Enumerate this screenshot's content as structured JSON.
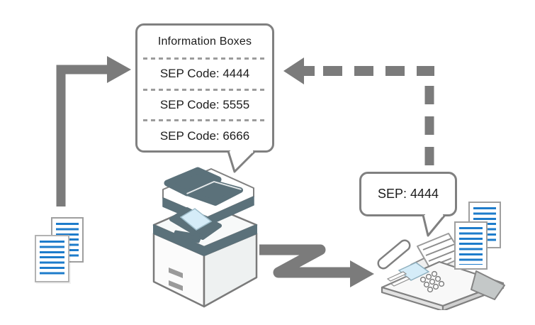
{
  "diagram": {
    "info_bubble": {
      "title": "Information Boxes",
      "entries": [
        "SEP Code: 4444",
        "SEP Code: 5555",
        "SEP Code: 6666"
      ]
    },
    "fax_bubble": {
      "label": "SEP: 4444"
    },
    "illustrations": [
      "multifunction-printer",
      "fax-machine",
      "document-stack-left",
      "document-stack-right"
    ],
    "arrows": [
      "store-arrow-up-right-solid",
      "retrieve-arrow-dashed-left",
      "send-arrow-zigzag-right"
    ]
  },
  "colors": {
    "arrow_gray": "#7b7b7b",
    "bubble_border": "#808080",
    "printer_dark": "#5b717a",
    "screen_blue": "#d5ecf8",
    "doc_line_blue": "#1e7ccb",
    "text": "#1c1c1c",
    "background": "#ffffff"
  }
}
